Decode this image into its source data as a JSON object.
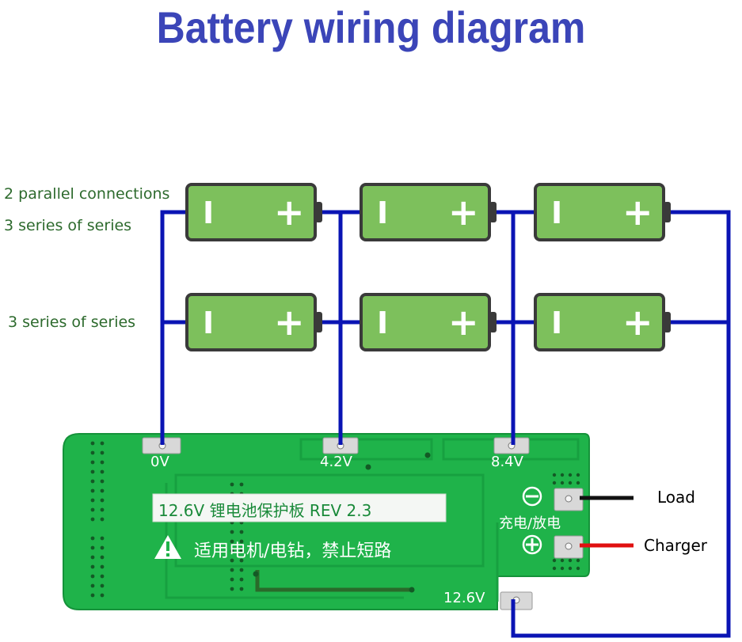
{
  "title": "Battery wiring diagram",
  "labels": {
    "parallel": "2 parallel connections",
    "series_top": "3 series of series",
    "series_bottom": "3 series of series",
    "load": "Load",
    "charger": "Charger"
  },
  "battery": {
    "minus_symbol": "I",
    "plus_symbol": "+"
  },
  "pcb": {
    "pad_0v": "0V",
    "pad_4v2": "4.2V",
    "pad_8v4": "8.4V",
    "pad_12v6": "12.6V",
    "board_title": "12.6V 锂电池保护板 REV 2.3",
    "warning_text": "适用电机/电钻，禁止短路",
    "charge_discharge": "充电/放电"
  },
  "colors": {
    "title": "#3b45b8",
    "wire": "#0a14b4",
    "battery_fill": "#7dc05c",
    "battery_border": "#3a3a3a",
    "pcb": "#1fb34a",
    "label_green": "#2d6a2d",
    "load_wire": "#111111",
    "charger_wire": "#e01010"
  }
}
